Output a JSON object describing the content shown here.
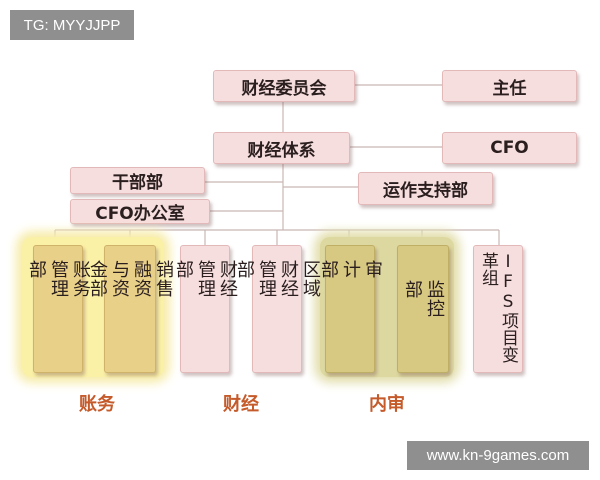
{
  "watermark_tl": "TG: MYYJJPP",
  "watermark_br": "www.kn-9games.com",
  "nodes": {
    "committee": "财经委员会",
    "chair": "主任",
    "system": "财经体系",
    "cfo": "CFO",
    "cadre": "干部部",
    "ops_support": "运作支持部",
    "cfo_office": "CFO办公室"
  },
  "columns": [
    {
      "id": "accounts-mgmt",
      "lines": [
        "账务",
        "管理",
        "部"
      ]
    },
    {
      "id": "sales-finance",
      "lines": [
        "销售",
        "融资",
        "与资",
        "金部"
      ]
    },
    {
      "id": "finance-mgmt",
      "lines": [
        "财经",
        "管理",
        "部"
      ]
    },
    {
      "id": "regional-finance",
      "lines": [
        "区域",
        "财经",
        "管理",
        "部"
      ]
    },
    {
      "id": "audit",
      "lines": [
        "审",
        "计",
        "部"
      ]
    },
    {
      "id": "supervision",
      "lines": [
        "监控",
        "部"
      ]
    },
    {
      "id": "ifs-project",
      "lines": [
        "IFS项目变革组"
      ]
    }
  ],
  "groups": {
    "accounts": "账务",
    "finance": "财经",
    "internal_audit": "内审"
  },
  "colors": {
    "box_fill": "#f7dede",
    "group_label": "#c55a2a",
    "highlight_yellow": "#faf0a6",
    "highlight_green": "#ddd8a0"
  }
}
